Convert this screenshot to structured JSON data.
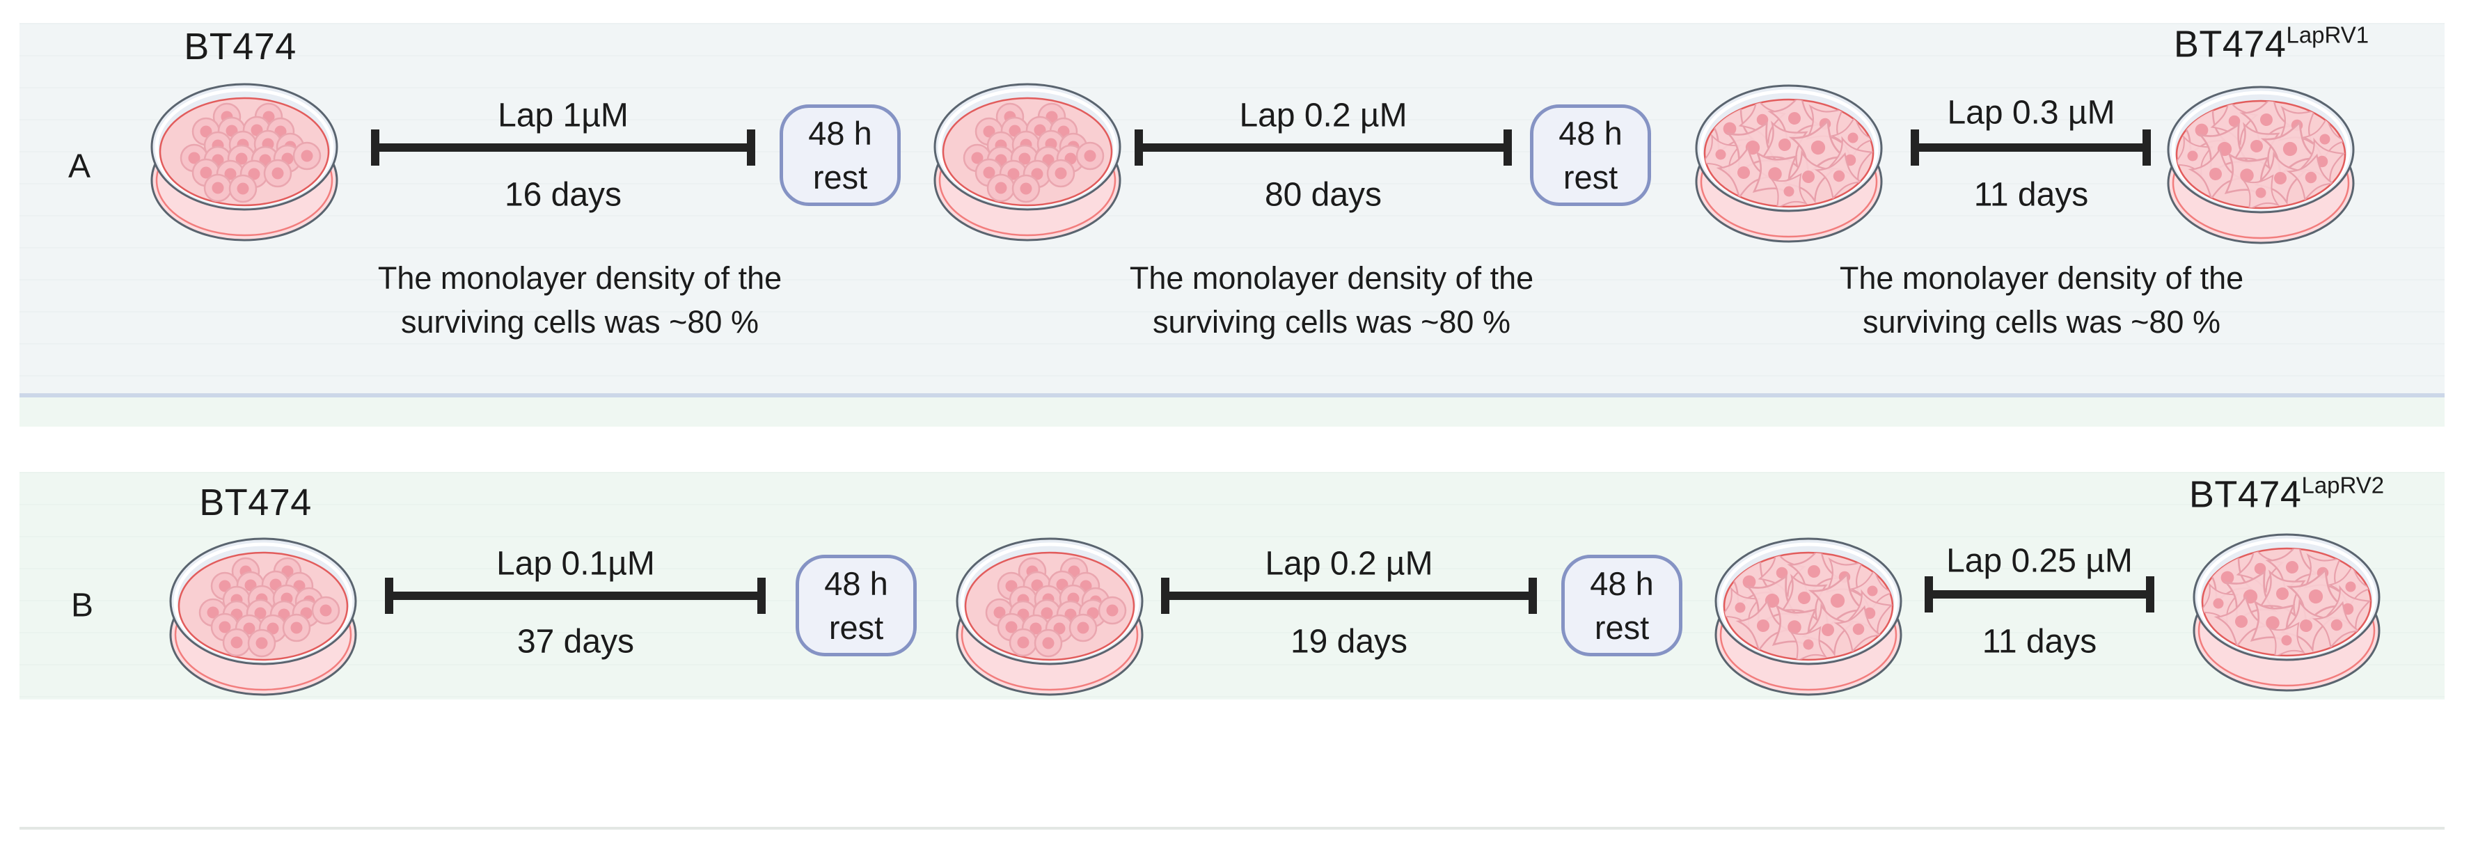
{
  "figure": {
    "description": "Generation of lapatinib-resistant BT474 cell lines",
    "colors": {
      "band-a": "#f1f5f6",
      "band-b": "#eff7f2",
      "divider": "#ccd7e8",
      "rest-border": "#8593c4",
      "rest-fill": "#eef1f9",
      "arrow": "#232323",
      "text": "#1b1b1b"
    }
  },
  "panels": [
    {
      "label": "A",
      "start_cell_line": "BT474",
      "end_cell_line_base": "BT474",
      "end_cell_line_superscript": "LapRV1",
      "treatments": [
        {
          "drug": "Lap 1µM",
          "duration": "16 days"
        },
        {
          "drug": "Lap 0.2 µM",
          "duration": "80 days"
        },
        {
          "drug": "Lap 0.3 µM",
          "duration": "11 days"
        }
      ],
      "rest_boxes": [
        {
          "line1": "48 h",
          "line2": "rest"
        },
        {
          "line1": "48 h",
          "line2": "rest"
        }
      ],
      "notes": [
        {
          "line1": "The monolayer density of the",
          "line2": "surviving cells was ~80 %"
        },
        {
          "line1": "The monolayer density of the",
          "line2": "surviving cells was ~80 %"
        },
        {
          "line1": "The monolayer density of the",
          "line2": "surviving cells was ~80 %"
        }
      ]
    },
    {
      "label": "B",
      "start_cell_line": "BT474",
      "end_cell_line_base": "BT474",
      "end_cell_line_superscript": "LapRV2",
      "treatments": [
        {
          "drug": "Lap 0.1µM",
          "duration": "37 days"
        },
        {
          "drug": "Lap 0.2 µM",
          "duration": "19 days"
        },
        {
          "drug": "Lap 0.25 µM",
          "duration": "11 days"
        }
      ],
      "rest_boxes": [
        {
          "line1": "48 h",
          "line2": "rest"
        },
        {
          "line1": "48 h",
          "line2": "rest"
        }
      ],
      "notes": []
    }
  ]
}
